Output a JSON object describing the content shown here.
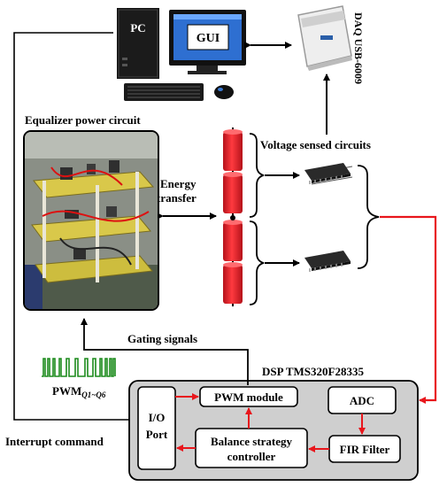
{
  "labels": {
    "pc": "PC",
    "gui": "GUI",
    "daq": "DAQ USB-6009",
    "equalizer": "Equalizer power circuit",
    "voltage_sensed": "Voltage sensed circuits",
    "energy_line1": "Energy",
    "energy_line2": "transfer",
    "gating": "Gating signals",
    "dsp": "DSP TMS320F28335",
    "pwm_base": "PWM",
    "pwm_sub": "Q1~Q6",
    "interrupt": "Interrupt command"
  },
  "blocks": {
    "io_line1": "I/O",
    "io_line2": "Port",
    "pwm_module": "PWM module",
    "adc": "ADC",
    "balance_line1": "Balance strategy",
    "balance_line2": "controller",
    "fir": "FIR Filter"
  },
  "colors": {
    "arrow_black": "#000000",
    "arrow_red": "#e8161c",
    "battery_red": "#e01a22",
    "dsp_fill": "#cfcfcf",
    "pwm_wave": "#1b8a1b",
    "gui_screen": "#2e6fd1"
  },
  "battery_cells": 4
}
